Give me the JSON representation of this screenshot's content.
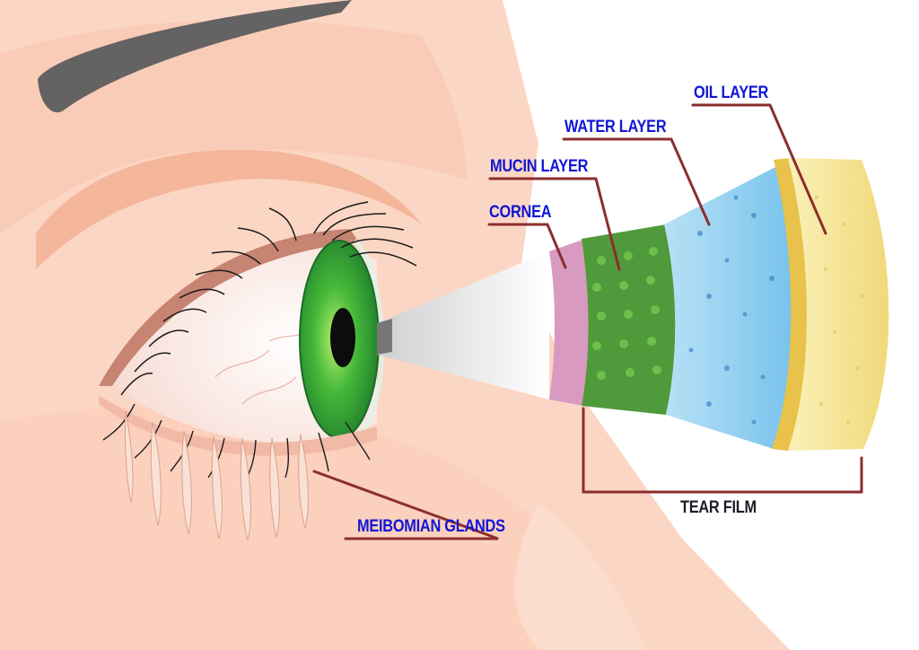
{
  "labels": {
    "oil_layer": "OIL LAYER",
    "water_layer": "WATER LAYER",
    "mucin_layer": "MUCIN LAYER",
    "cornea": "CORNEA",
    "tear_film": "TEAR FILM",
    "meibomian_glands": "MEIBOMIAN GLANDS"
  },
  "colors": {
    "skin": "#fcd6c4",
    "skin_shadow": "#f4b79c",
    "eyebrow": "#646262",
    "iris": "#37b34a",
    "cornea_layer": "#d89ac0",
    "mucin_layer": "#4f9a3a",
    "water_layer": "#8ecdee",
    "oil_layer": "#f3e38a",
    "leader_line": "#8b2e2e",
    "label_text": "#1016d6"
  }
}
